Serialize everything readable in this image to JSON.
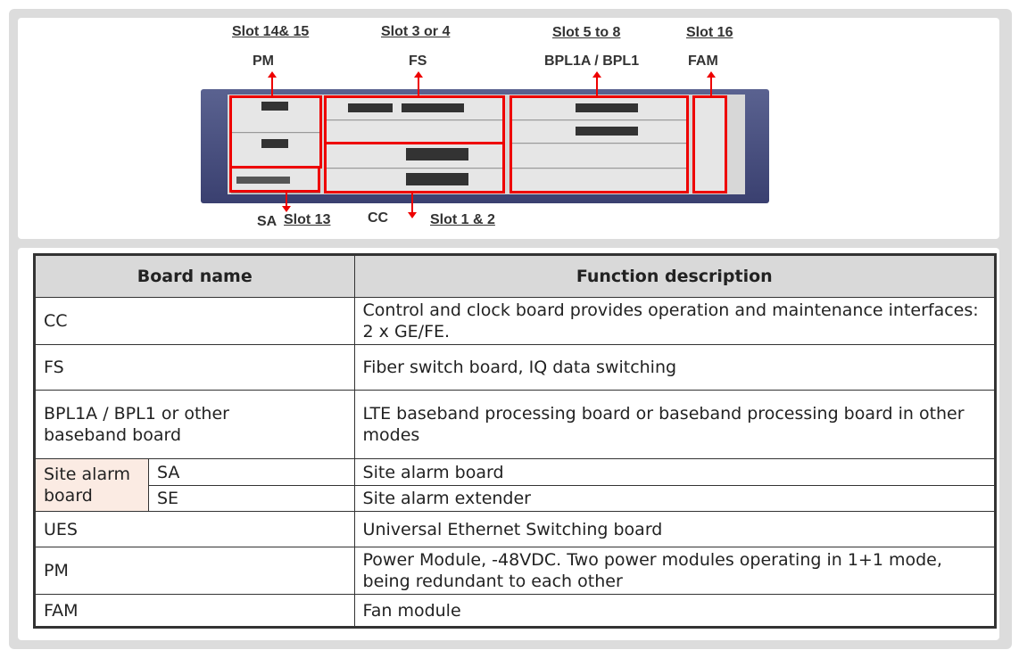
{
  "diagram": {
    "slot_labels": {
      "pm_slot": "Slot 14& 15",
      "fs_slot": "Slot 3 or 4",
      "bpl_slot": "Slot 5 to 8",
      "fam_slot": "Slot 16",
      "sa_slot": "Slot 13",
      "cc_slot": "Slot 1 & 2"
    },
    "board_labels": {
      "pm": "PM",
      "fs": "FS",
      "bpl": "BPL1A / BPL1",
      "fam": "FAM",
      "sa": "SA",
      "cc": "CC"
    },
    "highlight_color": "#e00000"
  },
  "table": {
    "headers": [
      "Board name",
      "Function description"
    ],
    "rows": [
      {
        "name": "CC",
        "desc": "Control and clock board provides operation and maintenance interfaces: 2 x GE/FE."
      },
      {
        "name": "FS",
        "desc": "Fiber switch board, IQ data switching"
      },
      {
        "name": "BPL1A / BPL1 or other baseband board",
        "desc": "LTE baseband processing board or baseband processing board in other modes"
      },
      {
        "group": "Site alarm board",
        "name": "SA",
        "desc": "Site alarm board"
      },
      {
        "name": "SE",
        "desc": "Site alarm extender"
      },
      {
        "name": "UES",
        "desc": "Universal Ethernet Switching board"
      },
      {
        "name": "PM",
        "desc": "Power Module, -48VDC. Two power modules operating in 1+1 mode, being redundant to each other"
      },
      {
        "name": "FAM",
        "desc": "Fan module"
      }
    ]
  }
}
